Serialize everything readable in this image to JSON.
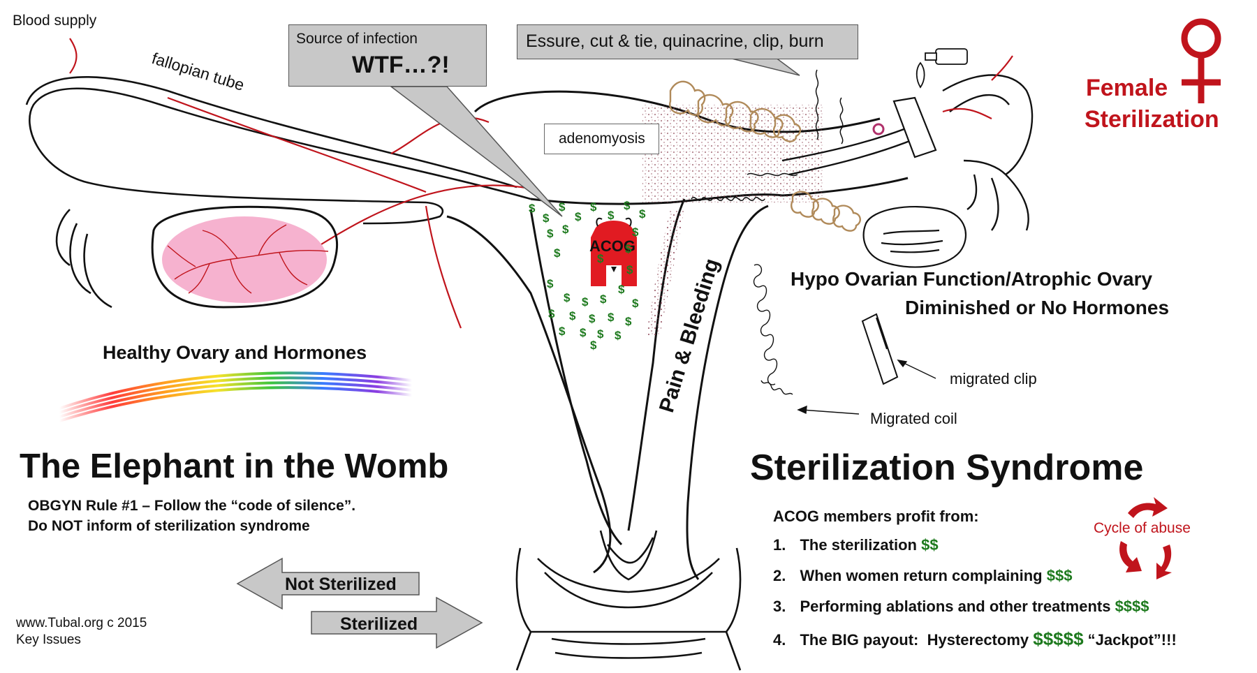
{
  "labels": {
    "blood_supply": "Blood supply",
    "fallopian_tube": "fallopian tube",
    "source_of_infection": "Source of infection",
    "wtf": "WTF…?!",
    "methods": "Essure, cut & tie, quinacrine, clip, burn",
    "adenomyosis": "adenomyosis",
    "acog": "ACOG",
    "pain_bleeding": "Pain & Bleeding",
    "healthy_ovary": "Healthy Ovary and Hormones",
    "hypo_line1": "Hypo Ovarian Function/Atrophic Ovary",
    "hypo_line2": "Diminished or No Hormones",
    "migrated_clip": "migrated clip",
    "migrated_coil": "Migrated coil",
    "female_line1": "Female",
    "female_line2": "Sterilization",
    "dollar_sign": "$"
  },
  "left_panel": {
    "title": "The Elephant in the Womb",
    "rule_line1": "OBGYN Rule #1 – Follow the “code of silence”.",
    "rule_line2": "Do NOT inform of sterilization syndrome"
  },
  "arrows": {
    "not_sterilized": "Not Sterilized",
    "sterilized": "Sterilized"
  },
  "footer": {
    "site": "www.Tubal.org c 2015",
    "subtitle": "Key Issues"
  },
  "right_panel": {
    "title": "Sterilization Syndrome",
    "intro": "ACOG members profit from:",
    "cycle": "Cycle of abuse",
    "items": [
      {
        "num": "1.",
        "text": "The sterilization ",
        "money": "$$",
        "suffix": ""
      },
      {
        "num": "2.",
        "text": "When women return complaining ",
        "money": "$$$",
        "suffix": ""
      },
      {
        "num": "3.",
        "text": "Performing ablations and other treatments ",
        "money": "$$$$",
        "suffix": ""
      },
      {
        "num": "4.",
        "text": "The BIG payout:  Hysterectomy ",
        "money": "$$$$$",
        "suffix": " “Jackpot”!!!"
      }
    ]
  },
  "colors": {
    "callout_fill": "#c8c8c8",
    "money_green": "#1e7a1e",
    "blood_red": "#c0141c",
    "ovary_pink": "#f6b2cf",
    "tissue_brown": "#b08a5a"
  }
}
